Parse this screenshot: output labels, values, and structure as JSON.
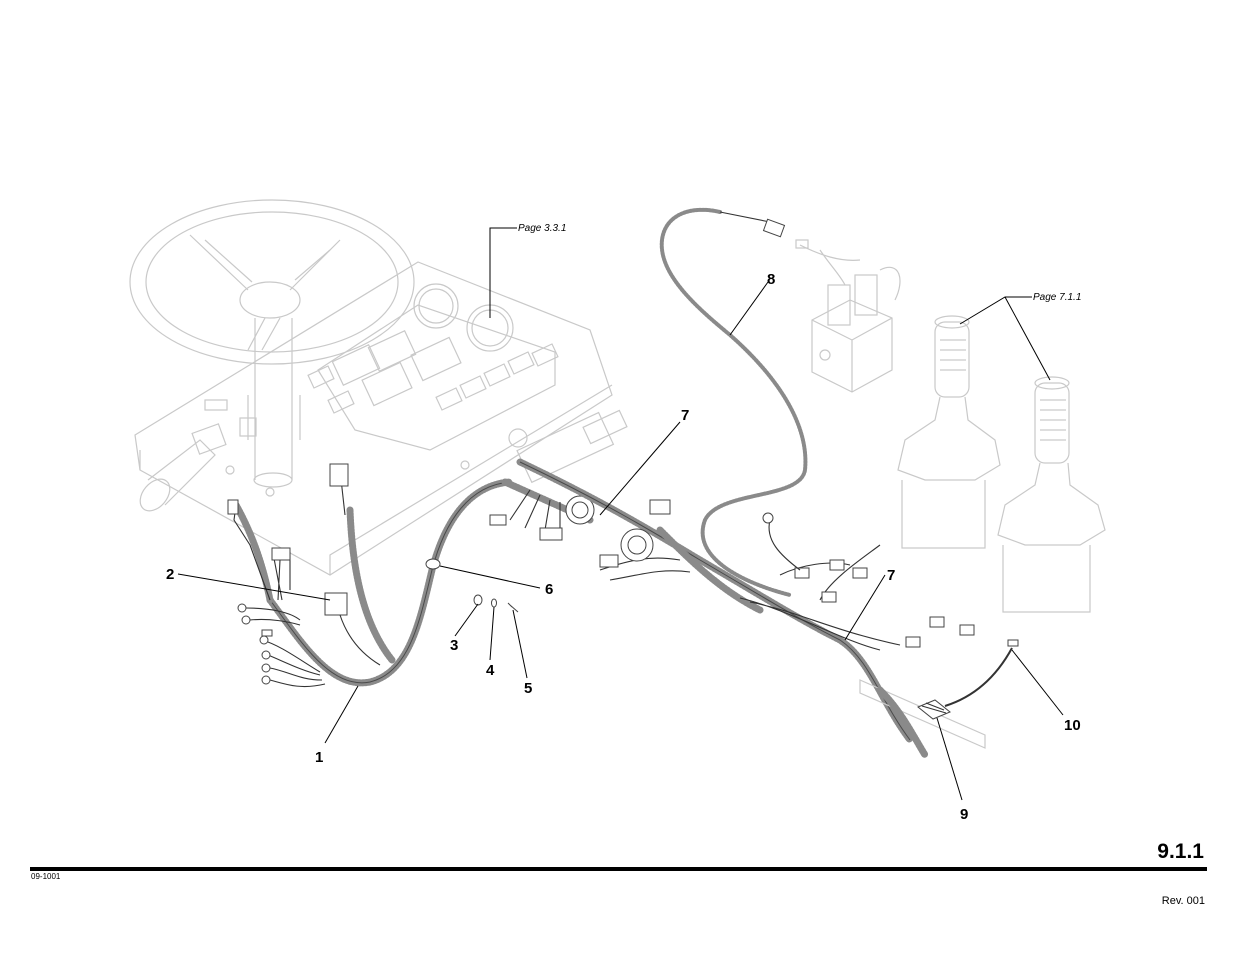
{
  "figure": {
    "callouts": {
      "c1": "1",
      "c2": "2",
      "c3": "3",
      "c4": "4",
      "c5": "5",
      "c6": "6",
      "c7a": "7",
      "c7b": "7",
      "c8": "8",
      "c9": "9",
      "c10": "10"
    },
    "references": {
      "gauge_page": "Page 3.3.1",
      "joystick_page": "Page 7.1.1"
    }
  },
  "footer": {
    "page_number": "9.1.1",
    "doc_code": "09-1001",
    "revision": "Rev. 001"
  }
}
